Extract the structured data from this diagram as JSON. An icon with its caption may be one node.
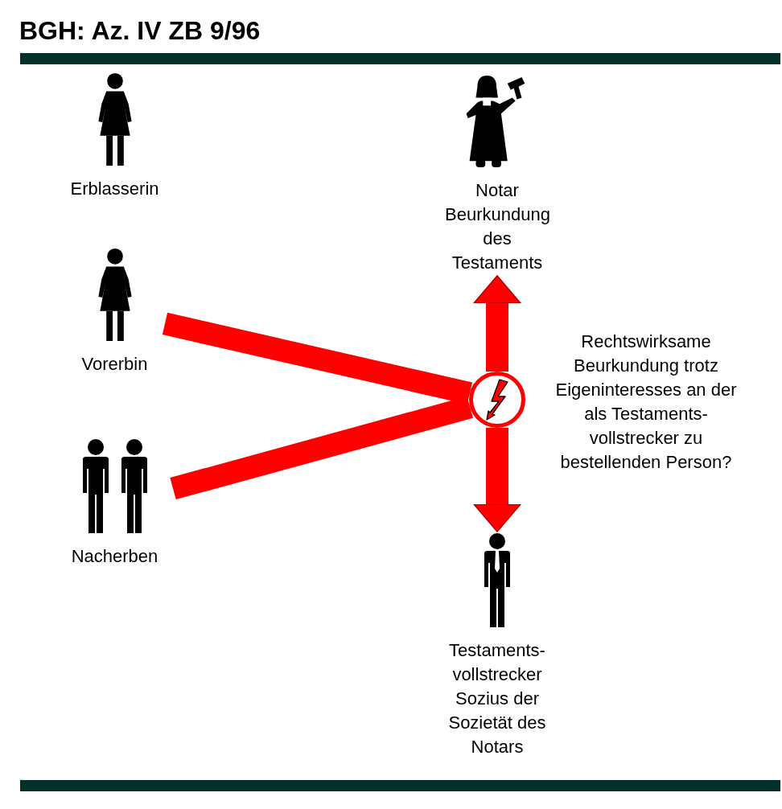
{
  "diagram": {
    "title": "BGH: Az. IV ZB 9/96",
    "nodes": [
      {
        "text": [],
        "shape": "bar"
      },
      {
        "text": [
          "Erblasserin"
        ]
      },
      {
        "text": [
          "Vorerbin"
        ]
      },
      {
        "text": [
          "Nacherben"
        ]
      },
      {
        "text": [
          "Notar Beurkundung des Testaments"
        ]
      },
      {
        "text": [],
        "shape": "circle"
      },
      {
        "text": [
          "Testaments-vollstrecker Sozius der Sozietät des Notars"
        ]
      },
      {
        "text": [],
        "shape": "bar"
      }
    ],
    "edges": [
      {
        "from": 2,
        "to": 5,
        "arrow": "none"
      },
      {
        "from": 3,
        "to": 5,
        "arrow": "none"
      },
      {
        "from": 5,
        "to": 4,
        "arrow": "to"
      },
      {
        "from": 5,
        "to": 6,
        "arrow": "to"
      }
    ],
    "labels": [
      "Rechtswirksame Beurkundung trotz Eigeninteresses an der als Testaments-vollstrecker zu bestellenden Person?"
    ]
  }
}
